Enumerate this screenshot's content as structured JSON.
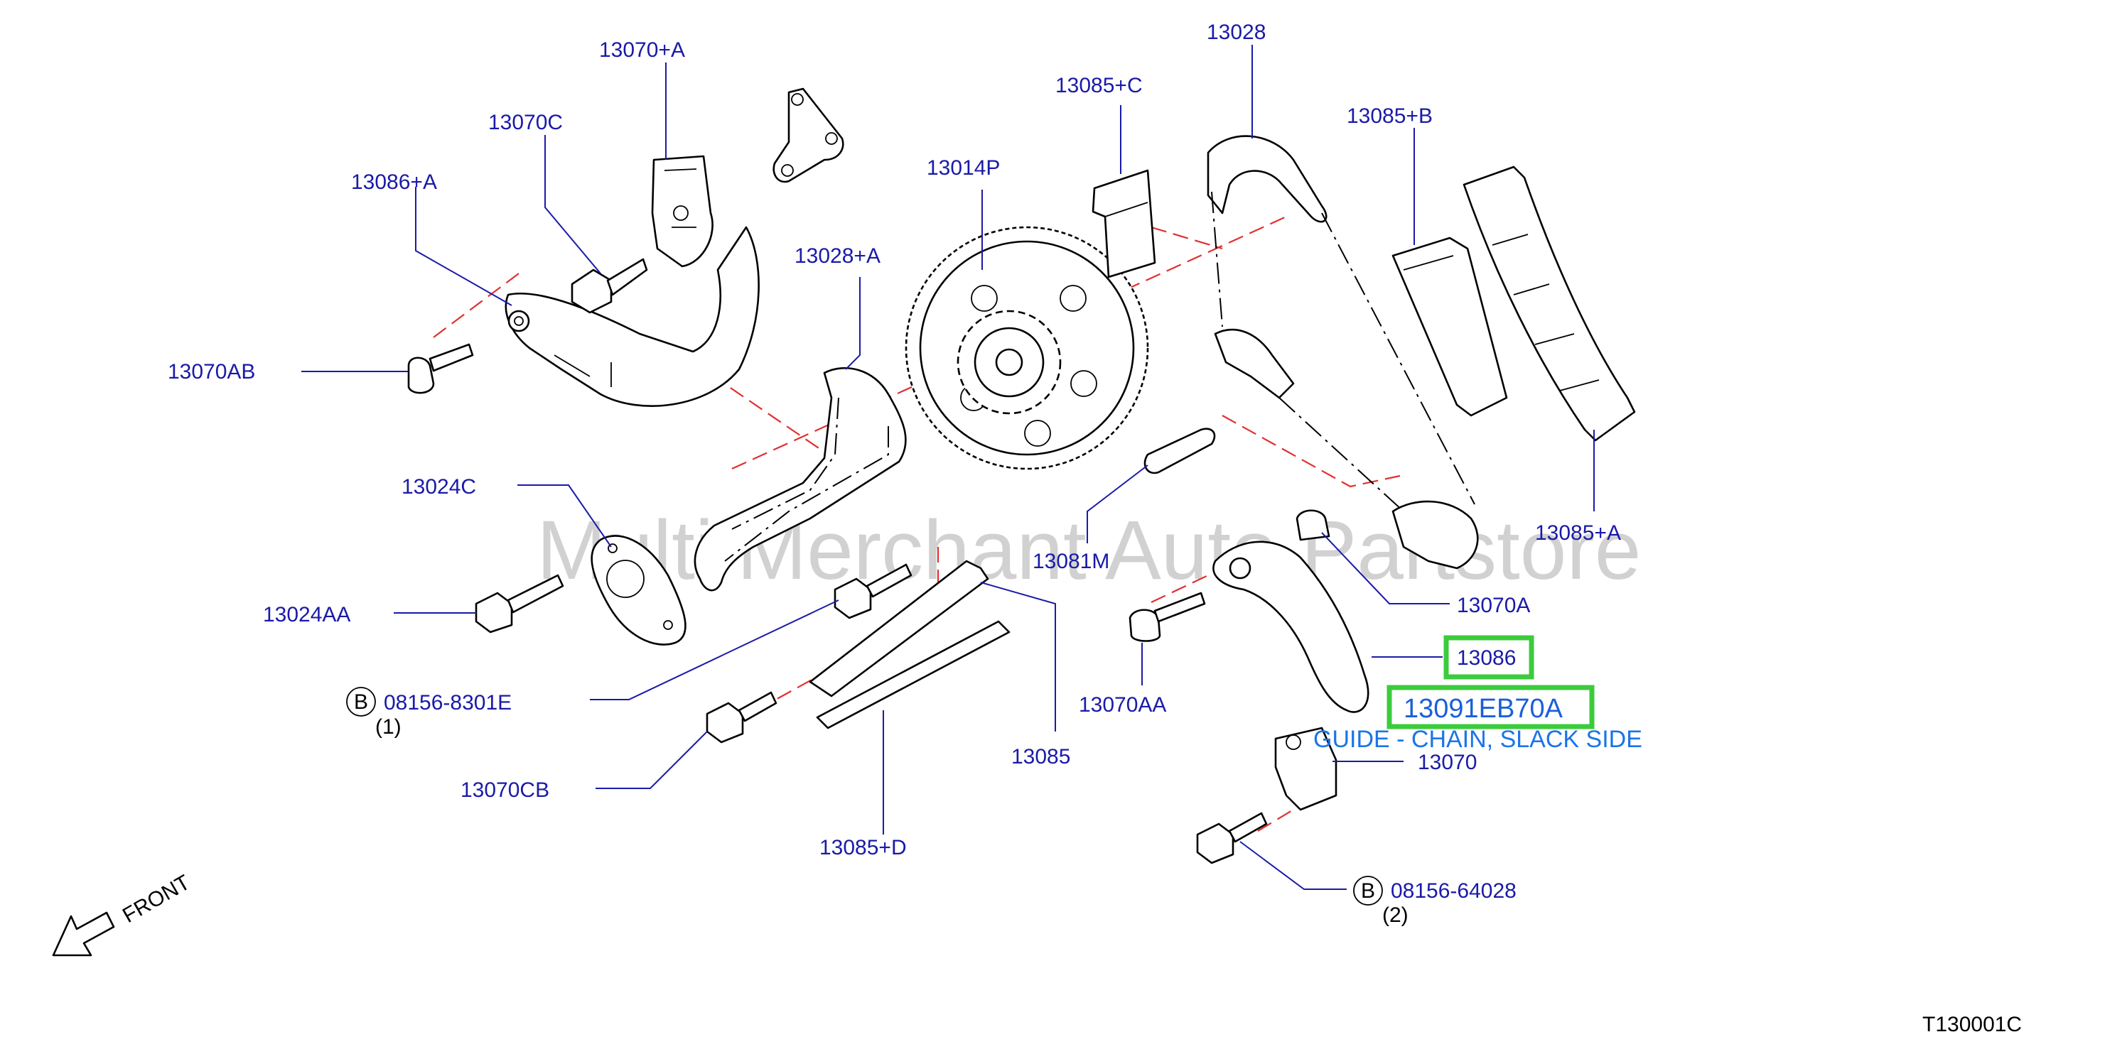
{
  "diagram": {
    "drawing_code": "T130001C",
    "watermark": "Multi Merchant Auto Partstore",
    "front_label": "FRONT",
    "labels": {
      "p13070_A": "13070+A",
      "p13070C": "13070C",
      "p13086_A": "13086+A",
      "p13070AB": "13070AB",
      "p13028_A": "13028+A",
      "p13014P": "13014P",
      "p13085_C": "13085+C",
      "p13028": "13028",
      "p13085_B": "13085+B",
      "p13085_A": "13085+A",
      "p13024C": "13024C",
      "p13024AA": "13024AA",
      "p08156_8301E": "08156-8301E",
      "qty_1": "(1)",
      "p13070CB": "13070CB",
      "p13085": "13085",
      "p13085_D": "13085+D",
      "p13081M": "13081M",
      "p13070A": "13070A",
      "p13070AA": "13070AA",
      "p13086": "13086",
      "p13091EB70A": "13091EB70A",
      "description": "GUIDE - CHAIN, SLACK SIDE",
      "p13070": "13070",
      "p08156_64028": "08156-64028",
      "qty_2": "(2)",
      "circle_b1": "B",
      "circle_b2": "B"
    },
    "colors": {
      "label": "#1a1aa8",
      "highlight_box": "#3ccb3c",
      "highlight_text": "#1a60d8",
      "description_text": "#1a74e8",
      "centerline": "#e03030"
    }
  }
}
